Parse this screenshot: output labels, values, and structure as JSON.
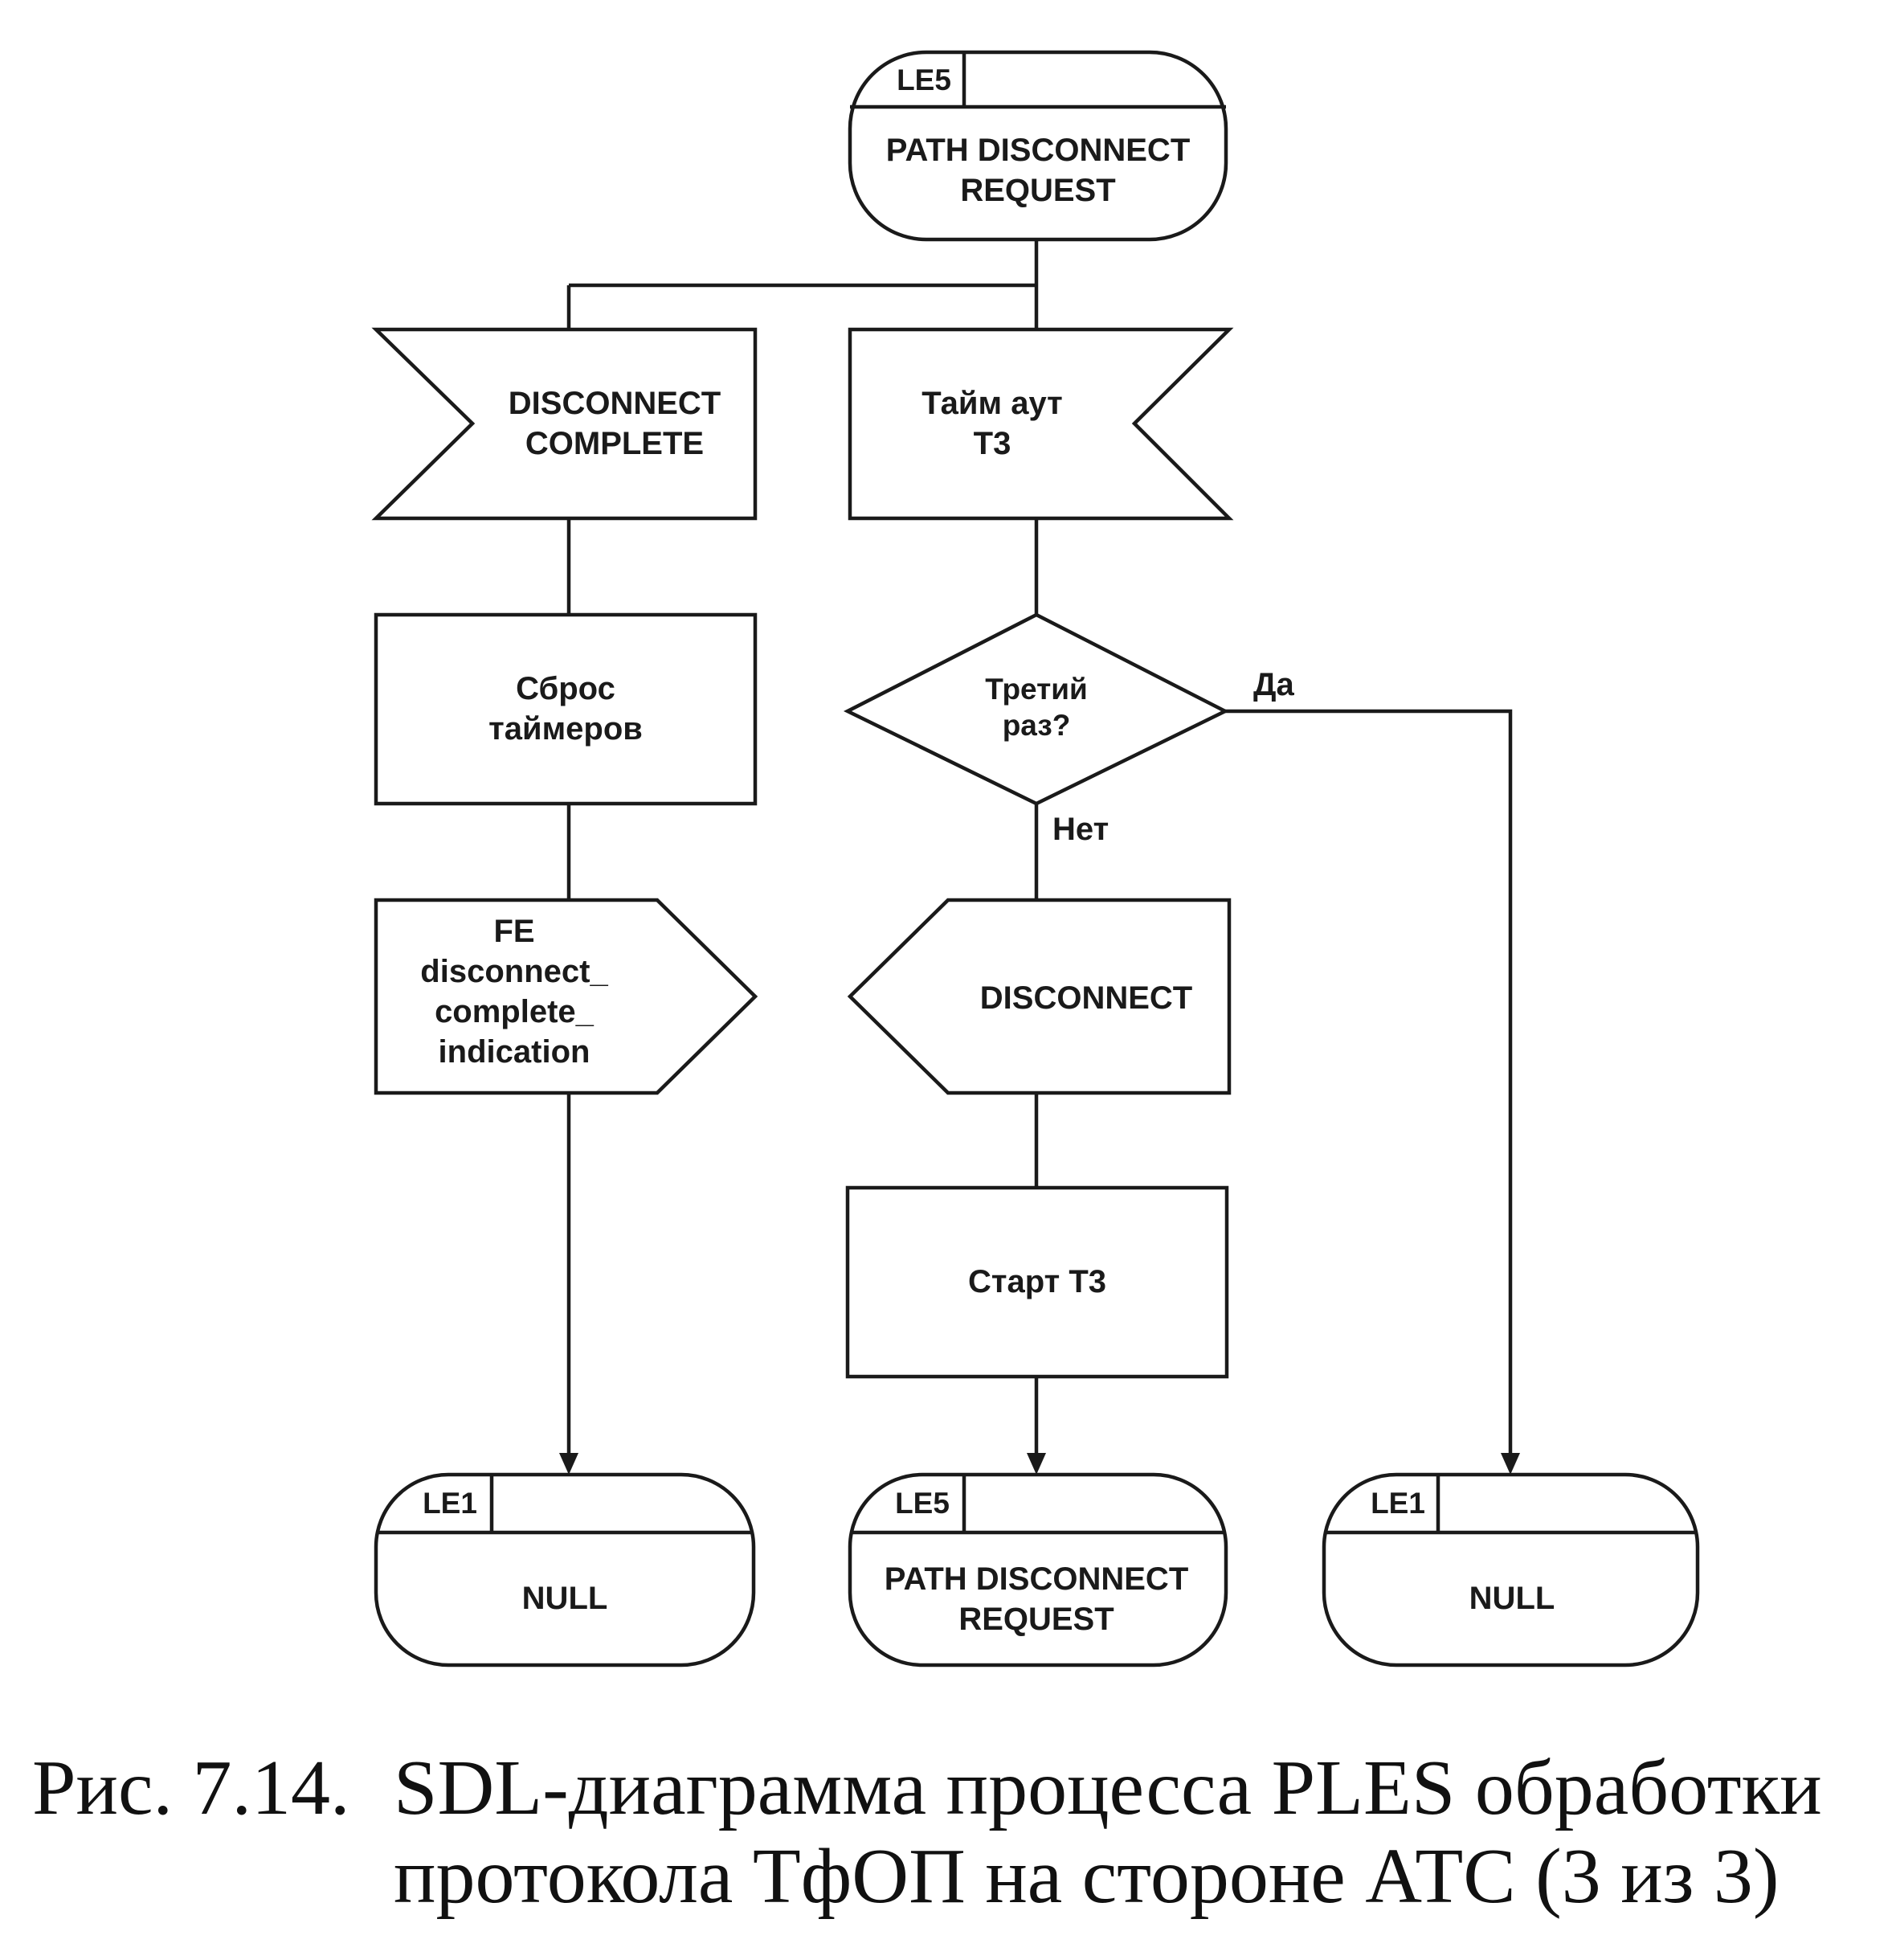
{
  "nodes": {
    "state_top": {
      "id": "LE5",
      "name_l1": "PATH DISCONNECT",
      "name_l2": "REQUEST"
    },
    "input_disconnect_complete": {
      "l1": "DISCONNECT",
      "l2": "COMPLETE"
    },
    "input_timeout": {
      "l1": "Тайм аут",
      "l2": "Т3"
    },
    "task_reset": {
      "l1": "Сброс",
      "l2": "таймеров"
    },
    "decision": {
      "l1": "Третий",
      "l2": "раз?",
      "yes": "Да",
      "no": "Нет"
    },
    "output_fe": {
      "l1": "FE",
      "l2": "disconnect_",
      "l3": "complete_",
      "l4": "indication"
    },
    "output_disconnect": {
      "l1": "DISCONNECT"
    },
    "task_start": {
      "l1": "Старт Т3"
    },
    "state_left": {
      "id": "LE1",
      "name": "NULL"
    },
    "state_mid": {
      "id": "LE5",
      "name_l1": "PATH DISCONNECT",
      "name_l2": "REQUEST"
    },
    "state_right": {
      "id": "LE1",
      "name": "NULL"
    }
  },
  "caption": {
    "number": "Рис. 7.14.",
    "line1": "SDL-диаграмма процесса PLES обработки",
    "line2": "протокола ТфОП на стороне АТС (3 из 3)"
  }
}
